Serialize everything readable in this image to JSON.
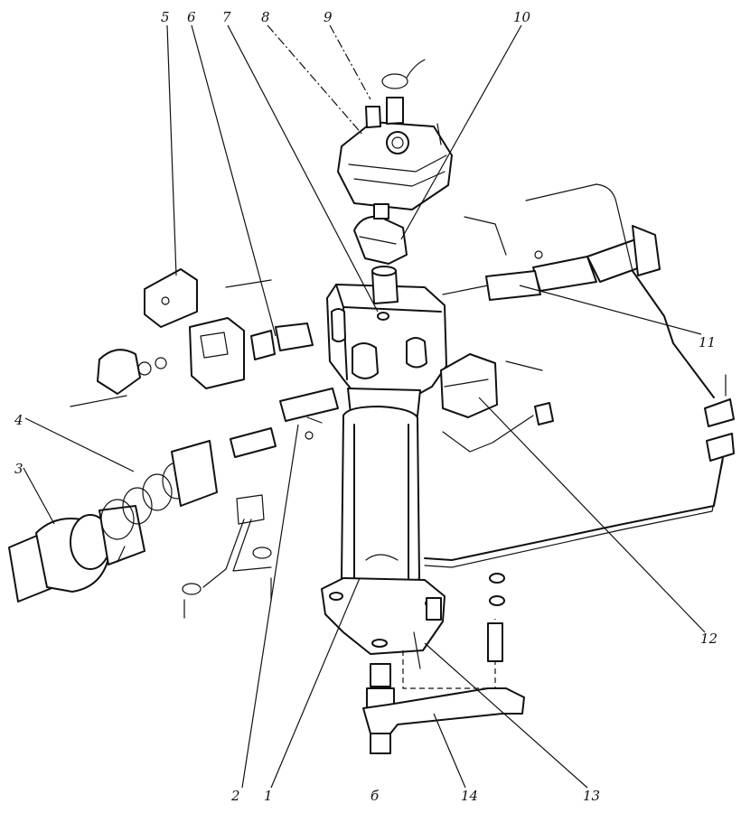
{
  "diagram": {
    "callouts": [
      {
        "id": "1",
        "label": "1"
      },
      {
        "id": "2",
        "label": "2"
      },
      {
        "id": "3",
        "label": "3"
      },
      {
        "id": "4",
        "label": "4"
      },
      {
        "id": "5",
        "label": "5"
      },
      {
        "id": "6",
        "label": "6"
      },
      {
        "id": "7",
        "label": "7"
      },
      {
        "id": "8",
        "label": "8"
      },
      {
        "id": "9",
        "label": "9"
      },
      {
        "id": "10",
        "label": "10"
      },
      {
        "id": "11",
        "label": "11"
      },
      {
        "id": "12",
        "label": "12"
      },
      {
        "id": "13",
        "label": "13"
      },
      {
        "id": "14",
        "label": "14"
      }
    ],
    "figure_letter": "б"
  }
}
